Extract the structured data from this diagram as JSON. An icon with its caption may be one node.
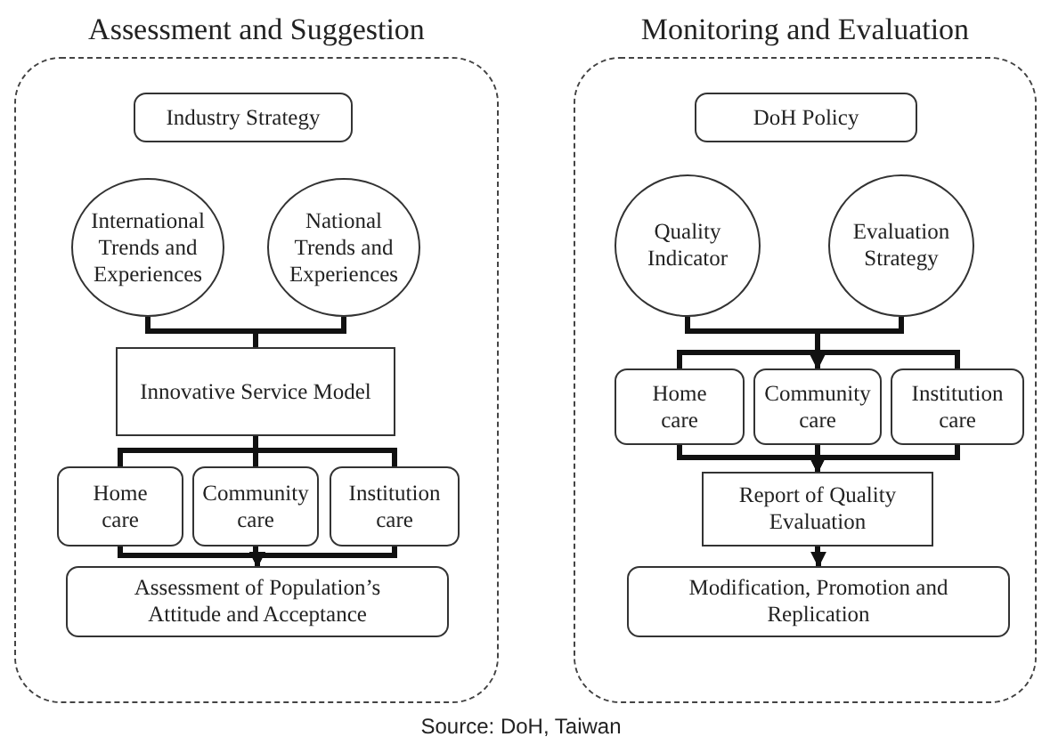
{
  "diagram": {
    "nodes": [
      {
        "text": [
          "Assessment and Suggestion"
        ]
      },
      {
        "text": [
          "Industry Strategy"
        ],
        "in": 0
      },
      {
        "text": [
          "International Trends and Experiences"
        ],
        "in": 0
      },
      {
        "text": [
          "National Trends and Experiences"
        ],
        "in": 0
      },
      {
        "text": [
          "Innovative Service Model"
        ],
        "in": 0
      },
      {
        "text": [
          "Home care"
        ],
        "in": 0
      },
      {
        "text": [
          "Community care"
        ],
        "in": 0
      },
      {
        "text": [
          "Institution care"
        ],
        "in": 0
      },
      {
        "text": [
          "Assessment of Population’s Attitude and Acceptance"
        ],
        "in": 0
      },
      {
        "text": [
          "Monitoring and Evaluation"
        ]
      },
      {
        "text": [
          "DoH Policy"
        ],
        "in": 9
      },
      {
        "text": [
          "Quality Indicator"
        ],
        "in": 9
      },
      {
        "text": [
          "Evaluation Strategy"
        ],
        "in": 9
      },
      {
        "text": [
          "Home care"
        ],
        "in": 9
      },
      {
        "text": [
          "Community care"
        ],
        "in": 9
      },
      {
        "text": [
          "Institution care"
        ],
        "in": 9
      },
      {
        "text": [
          "Report of Quality Evaluation"
        ],
        "in": 9
      },
      {
        "text": [
          "Modification, Promotion and Replication"
        ],
        "in": 9
      }
    ],
    "edges": [
      {
        "from": 2,
        "to": 4,
        "arrow": "none"
      },
      {
        "from": 3,
        "to": 4,
        "arrow": "none"
      },
      {
        "from": 4,
        "to": 5,
        "arrow": "none"
      },
      {
        "from": 4,
        "to": 6,
        "arrow": "none"
      },
      {
        "from": 4,
        "to": 7,
        "arrow": "none"
      },
      {
        "from": 5,
        "to": 8,
        "arrow": "to"
      },
      {
        "from": 6,
        "to": 8,
        "arrow": "to"
      },
      {
        "from": 7,
        "to": 8,
        "arrow": "to"
      },
      {
        "from": 11,
        "to": 13,
        "arrow": "none"
      },
      {
        "from": 11,
        "to": 14,
        "arrow": "to"
      },
      {
        "from": 11,
        "to": 15,
        "arrow": "none"
      },
      {
        "from": 12,
        "to": 13,
        "arrow": "none"
      },
      {
        "from": 12,
        "to": 14,
        "arrow": "to"
      },
      {
        "from": 12,
        "to": 15,
        "arrow": "none"
      },
      {
        "from": 13,
        "to": 16,
        "arrow": "to"
      },
      {
        "from": 14,
        "to": 16,
        "arrow": "to"
      },
      {
        "from": 15,
        "to": 16,
        "arrow": "to"
      },
      {
        "from": 16,
        "to": 17,
        "arrow": "to"
      }
    ],
    "labels": [
      "Source: DoH, Taiwan"
    ]
  }
}
